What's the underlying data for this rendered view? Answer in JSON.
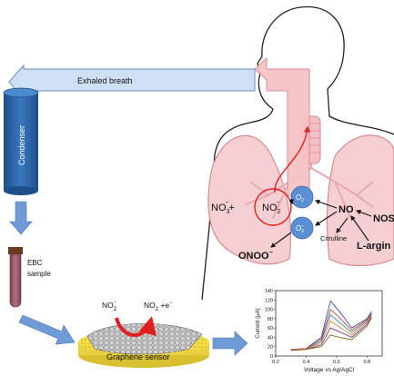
{
  "labels": {
    "exhaled_breath": "Exhaled breath",
    "condenser": "Condenser",
    "ebc_line1": "EBC",
    "ebc_line2": "sample",
    "graphene_sensor": "Graphene sensor",
    "no2_minus_left": "NO",
    "no2_minus_left_sub": "2",
    "no2_minus_left_sup": "−",
    "no2_product": "NO",
    "no2_product_sub": "2",
    "no2_product_tail": " +e",
    "no2_product_sup": "−",
    "no3_plus": "NO",
    "no3_plus_sub": "3",
    "no3_plus_sup": "−",
    "no3_plus_tail": "+",
    "no2_minus_lung": "NO",
    "no2_minus_lung_sub": "2",
    "no2_minus_lung_sup": "−",
    "o2": "O",
    "o2_sub": "2",
    "o2_minus": "O",
    "o2_minus_sub": "2",
    "o2_minus_sup": "−",
    "no": "NO",
    "nos": "NOS",
    "citrulline": "Citrulline",
    "l_arginine": "L-argin",
    "onoo": "ONOO",
    "onoo_sup": "−"
  },
  "plot": {
    "ylabel": "Current (μA)",
    "xlabel": "Voltage vs Ag/AgCl",
    "yticks": [
      "140",
      "120",
      "100",
      "80",
      "60",
      "40",
      "20",
      "0"
    ],
    "xticks": [
      "0.2",
      "0.4",
      "0.6",
      "0.8"
    ]
  },
  "colors": {
    "breath_arrow_fill": "#cfe0f5",
    "breath_arrow_stroke": "#6b8fc4",
    "lung_fill": "#f6cfd2",
    "lung_stroke": "#d98a90",
    "blue_arrow": "#6f9bd6",
    "oxygen_circle": "#5b8fd4",
    "sensor_yellow": "#f2e04a",
    "red": "#e02020"
  },
  "chart_data": {
    "type": "line",
    "xlabel": "Voltage vs Ag/AgCl",
    "ylabel": "Current (μA)",
    "xlim": [
      0.2,
      0.9
    ],
    "ylim": [
      0,
      140
    ],
    "series": [
      {
        "color": "#3b4fc0",
        "x": [
          0.3,
          0.4,
          0.5,
          0.56,
          0.62,
          0.7,
          0.8,
          0.83
        ],
        "y": [
          14,
          16,
          40,
          118,
          95,
          60,
          80,
          95
        ]
      },
      {
        "color": "#d23a3a",
        "x": [
          0.3,
          0.4,
          0.5,
          0.56,
          0.62,
          0.7,
          0.8,
          0.83
        ],
        "y": [
          14,
          16,
          36,
          100,
          82,
          55,
          78,
          92
        ]
      },
      {
        "color": "#2c8a9c",
        "x": [
          0.3,
          0.4,
          0.5,
          0.56,
          0.62,
          0.7,
          0.8,
          0.83
        ],
        "y": [
          13,
          15,
          32,
          88,
          72,
          50,
          75,
          90
        ]
      },
      {
        "color": "#e08a30",
        "x": [
          0.3,
          0.4,
          0.5,
          0.56,
          0.62,
          0.7,
          0.8,
          0.83
        ],
        "y": [
          13,
          15,
          28,
          75,
          62,
          45,
          72,
          88
        ]
      },
      {
        "color": "#7a3a8a",
        "x": [
          0.3,
          0.4,
          0.5,
          0.56,
          0.62,
          0.7,
          0.8,
          0.83
        ],
        "y": [
          12,
          14,
          24,
          60,
          52,
          40,
          68,
          85
        ]
      },
      {
        "color": "#8a6a2a",
        "x": [
          0.3,
          0.4,
          0.5,
          0.56,
          0.62,
          0.7,
          0.8,
          0.83
        ],
        "y": [
          12,
          14,
          20,
          45,
          40,
          35,
          64,
          82
        ]
      }
    ]
  }
}
